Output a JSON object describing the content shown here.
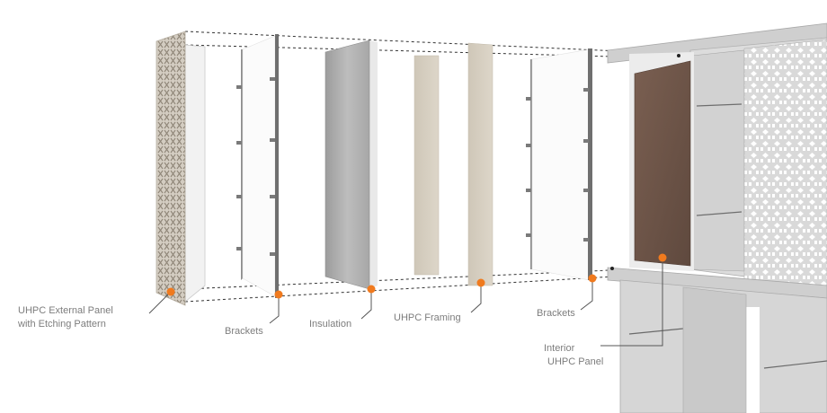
{
  "colors": {
    "marker": "#f07a1e",
    "leader": "#555555",
    "label_text": "#7d7d7d",
    "guide_dashes": "#333333",
    "uhpc_panel": "#cfc8bd",
    "etch_pattern": "#9a9184",
    "insulation": "#b8b8b8",
    "framing": "#d6cfc1",
    "interior_panel": "#6e5548",
    "building_concrete": "#d5d5d5"
  },
  "icons": {
    "marker": "orange-dot-marker"
  },
  "labels": {
    "uhpc_external_panel": [
      "UHPC External Panel",
      "with Etching Pattern"
    ],
    "brackets_left": "Brackets",
    "insulation": "Insulation",
    "uhpc_framing": "UHPC Framing",
    "brackets_right": "Brackets",
    "interior_uhpc_panel": [
      "Interior",
      "UHPC Panel"
    ]
  }
}
